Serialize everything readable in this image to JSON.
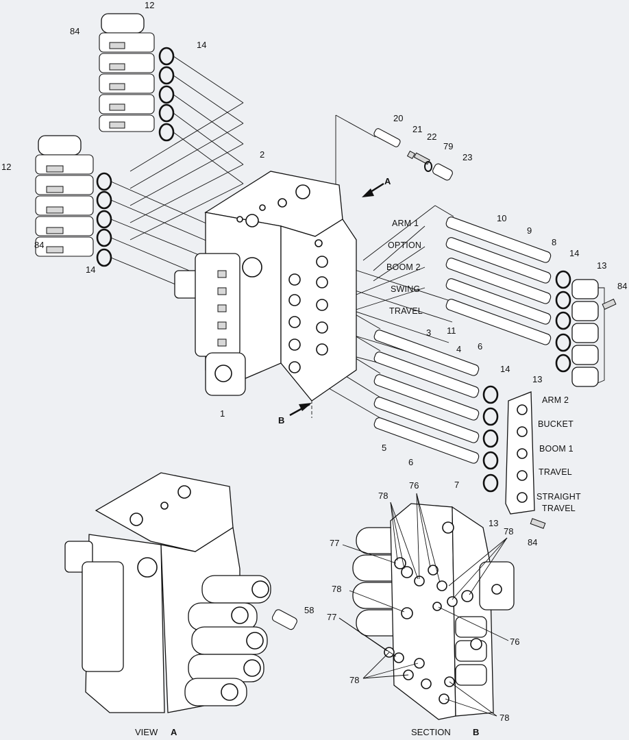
{
  "labels": {
    "n12_top": "12",
    "n84_top": "84",
    "n14_top": "14",
    "n12_left": "12",
    "n84_left": "84",
    "n14_left": "14",
    "n2": "2",
    "n1": "1",
    "n20": "20",
    "n21": "21",
    "n22": "22",
    "n79": "79",
    "n23": "23",
    "arrowA": "A",
    "arrowB": "B",
    "n10": "10",
    "n9": "9",
    "n8": "8",
    "n14_right": "14",
    "n13_right": "13",
    "n84_right": "84",
    "n11": "11",
    "n6_right": "6",
    "n3": "3",
    "n4": "4",
    "n14_lower": "14",
    "n13_lower": "13",
    "n5": "5",
    "n6_lower": "6",
    "n7": "7",
    "n13_bottom": "13",
    "n84_bottom": "84",
    "n58": "58",
    "n78_a": "78",
    "n76_a": "76",
    "n77_a": "77",
    "n78_b": "78",
    "n77_b": "77",
    "n78_c": "78",
    "n78_d": "78",
    "n76_b": "76",
    "n78_e": "78"
  },
  "functions": {
    "arm1": "ARM 1",
    "option": "OPTION",
    "boom2": "BOOM 2",
    "swing": "SWING",
    "travel_top": "TRAVEL",
    "arm2": "ARM 2",
    "bucket": "BUCKET",
    "boom1": "BOOM 1",
    "travel_bottom": "TRAVEL",
    "straight1": "STRAIGHT",
    "straight2": "TRAVEL"
  },
  "captions": {
    "view": "VIEW",
    "view_letter": "A",
    "section": "SECTION",
    "section_letter": "B"
  }
}
